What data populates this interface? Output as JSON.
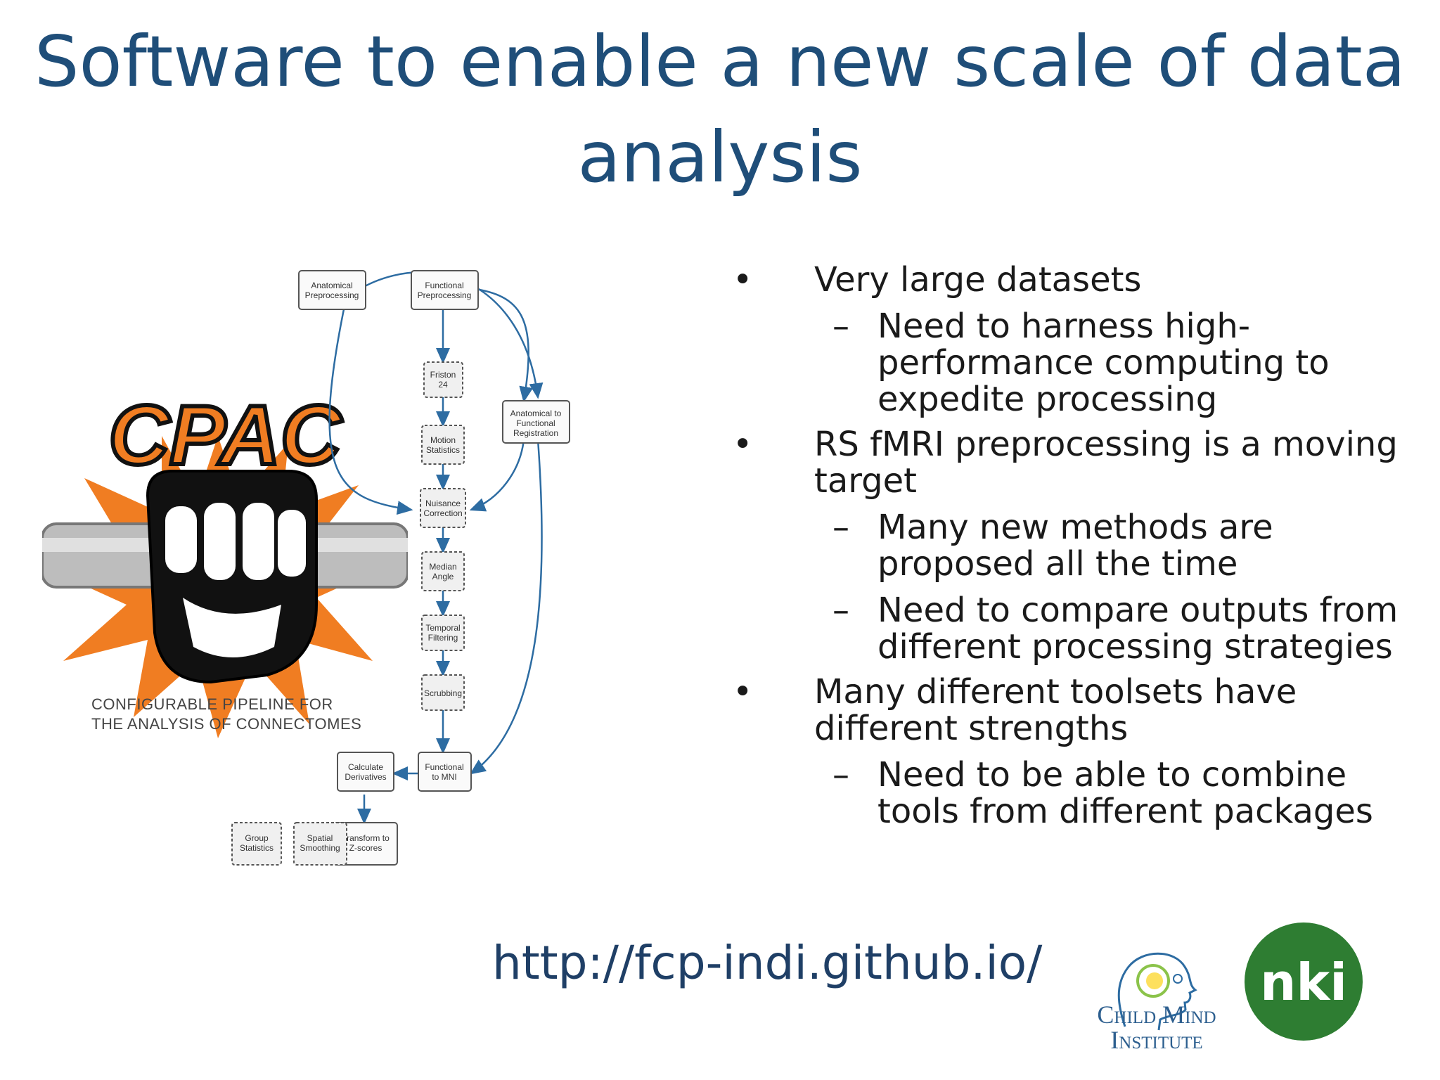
{
  "slide": {
    "title": "Software to enable a new scale of data analysis",
    "url": "http://fcp-indi.github.io/"
  },
  "bullets": [
    {
      "level": 1,
      "marker": "•",
      "text": "Very large datasets"
    },
    {
      "level": 2,
      "marker": "–",
      "text": "Need to harness high-performance computing to expedite processing"
    },
    {
      "level": 1,
      "marker": "•",
      "text": "RS fMRI preprocessing is a moving target"
    },
    {
      "level": 2,
      "marker": "–",
      "text": "Many new methods are proposed all the time"
    },
    {
      "level": 2,
      "marker": "–",
      "text": "Need to compare outputs from different processing strategies"
    },
    {
      "level": 1,
      "marker": "•",
      "text": "Many different toolsets have different strengths"
    },
    {
      "level": 2,
      "marker": "–",
      "text": "Need to be able to combine tools from different packages"
    }
  ],
  "cpac": {
    "logo_text": "CPAC",
    "caption_line1": "Configurable Pipeline for",
    "caption_line2": "the Analysis of Connectomes"
  },
  "pipeline": {
    "nodes": {
      "anat": [
        "Anatomical",
        "Preprocessing"
      ],
      "func": [
        "Functional",
        "Preprocessing"
      ],
      "friston": [
        "Friston",
        "24"
      ],
      "motion": [
        "Motion",
        "Statistics"
      ],
      "reg": [
        "Anatomical to",
        "Functional",
        "Registration"
      ],
      "nuisance": [
        "Nuisance",
        "Correction"
      ],
      "median": [
        "Median",
        "Angle"
      ],
      "temporal": [
        "Temporal",
        "Filtering"
      ],
      "scrubbing": [
        "Scrubbing"
      ],
      "funcmni": [
        "Functional",
        "to MNI"
      ],
      "derivs": [
        "Calculate",
        "Derivatives"
      ],
      "zscore": [
        "Transform to",
        "Z-scores"
      ],
      "smooth": [
        "Spatial",
        "Smoothing"
      ],
      "group": [
        "Group",
        "Statistics"
      ]
    }
  },
  "logos": {
    "cmi_line1": "Child Mind",
    "cmi_line2": "Institute",
    "nki": "nki"
  },
  "colors": {
    "title": "#1f4e79",
    "arrow": "#2d6ca2",
    "cpac_orange": "#f07d22",
    "nki_green": "#2e7d32"
  }
}
